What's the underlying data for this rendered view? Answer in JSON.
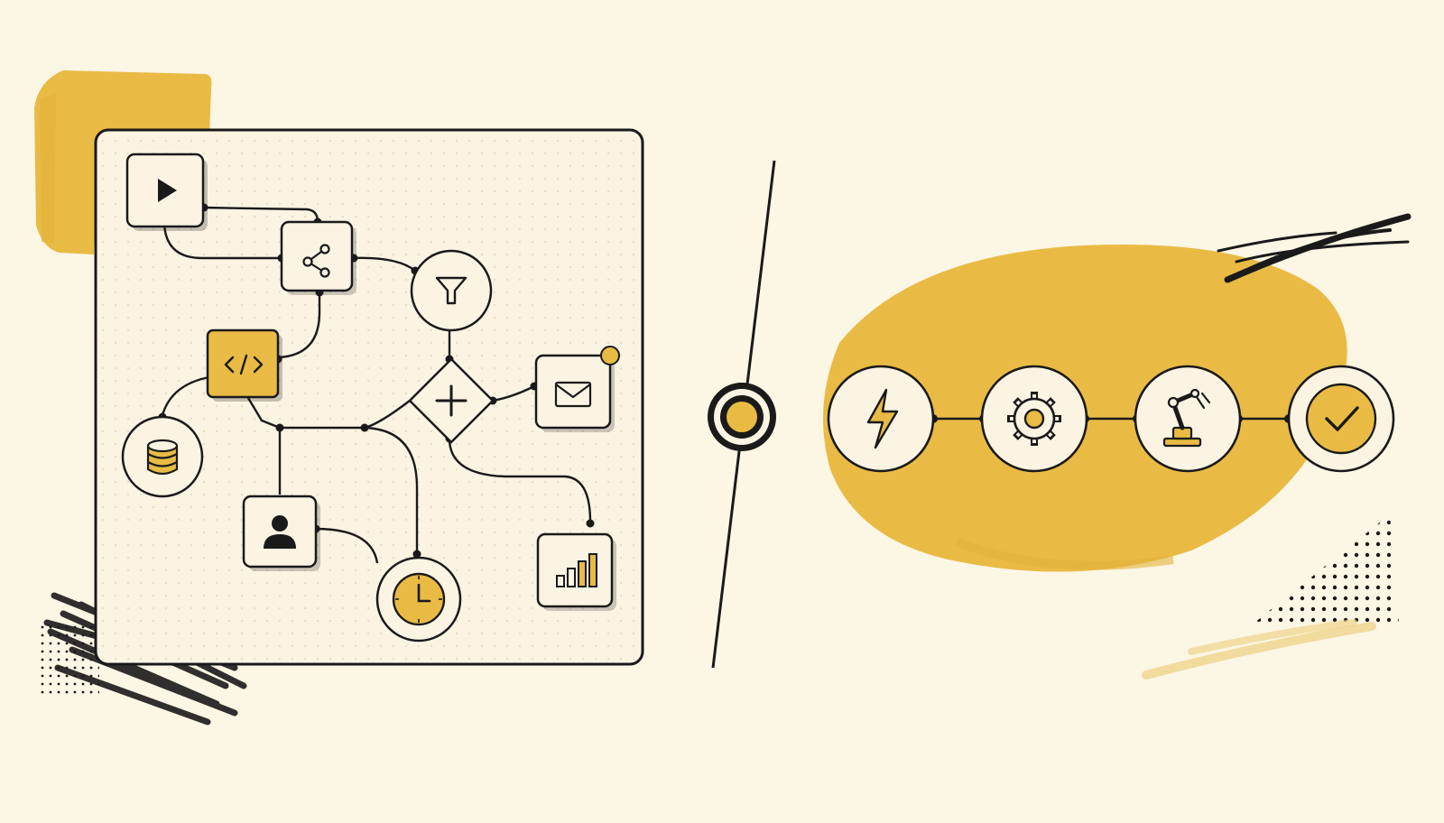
{
  "colors": {
    "background": "#fcf6e4",
    "panel": "#fbf4e2",
    "ink": "#1a1a1a",
    "accent": "#e9bb45",
    "accent_soft": "#efd48c"
  },
  "workflow_panel": {
    "nodes": [
      {
        "id": "start",
        "icon": "play-icon",
        "shape": "square",
        "highlighted": false
      },
      {
        "id": "share",
        "icon": "share-icon",
        "shape": "square",
        "highlighted": false
      },
      {
        "id": "filter",
        "icon": "filter-icon",
        "shape": "circle",
        "highlighted": false
      },
      {
        "id": "code",
        "icon": "code-icon",
        "shape": "square",
        "highlighted": true
      },
      {
        "id": "merge",
        "icon": "plus-icon",
        "shape": "diamond",
        "highlighted": false
      },
      {
        "id": "email",
        "icon": "envelope-icon",
        "shape": "square",
        "highlighted": false,
        "notification_dot": true
      },
      {
        "id": "database",
        "icon": "database-icon",
        "shape": "circle",
        "highlighted": false
      },
      {
        "id": "user",
        "icon": "user-icon",
        "shape": "square",
        "highlighted": false
      },
      {
        "id": "timer",
        "icon": "clock-icon",
        "shape": "circle",
        "highlighted": true
      },
      {
        "id": "analytics",
        "icon": "bar-chart-icon",
        "shape": "square",
        "highlighted": false
      }
    ]
  },
  "divider": {
    "icon": "hub-dot-icon"
  },
  "pipeline": {
    "steps": [
      {
        "id": "trigger",
        "icon": "lightning-icon",
        "highlighted": false
      },
      {
        "id": "process",
        "icon": "gear-icon",
        "highlighted": false
      },
      {
        "id": "automate",
        "icon": "robot-arm-icon",
        "highlighted": false
      },
      {
        "id": "done",
        "icon": "checkmark-icon",
        "highlighted": true
      }
    ]
  }
}
